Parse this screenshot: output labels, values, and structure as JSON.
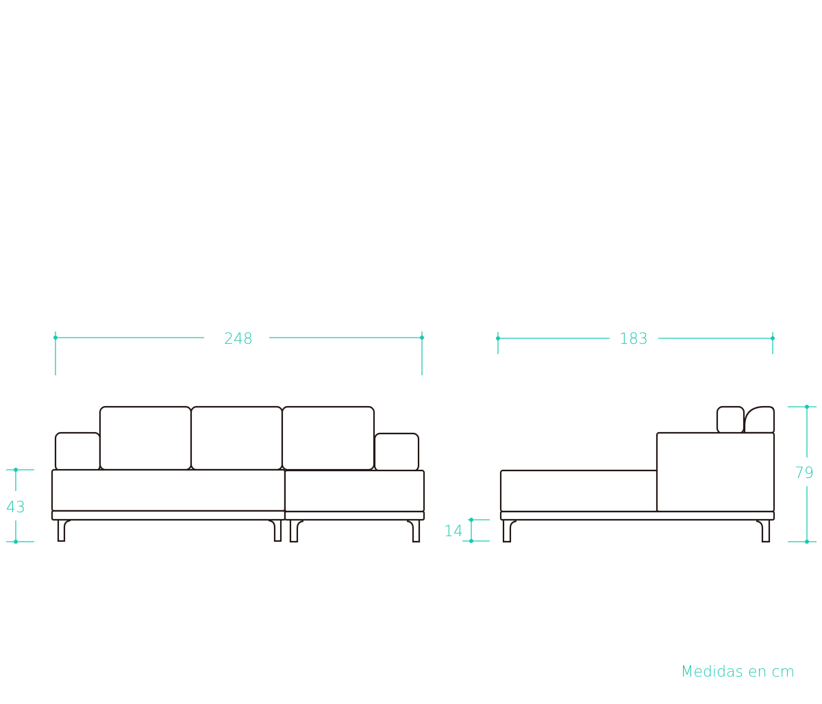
{
  "dimensions": {
    "front_width": "248",
    "seat_height": "43",
    "side_depth": "183",
    "total_height": "79",
    "leg_height": "14"
  },
  "note": "Medidas en cm",
  "colors": {
    "accent": "#19c9b0",
    "line": "#231815"
  }
}
